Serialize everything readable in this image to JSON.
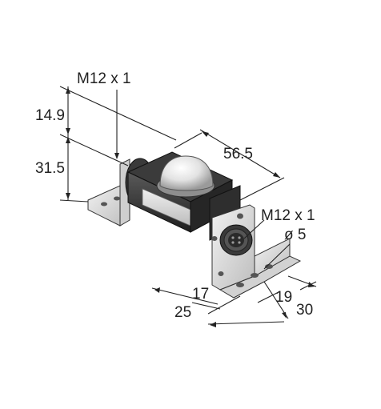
{
  "labels": {
    "thread_top": "M12 x 1",
    "dim_14_9": "14.9",
    "dim_31_5": "31.5",
    "dim_56_5": "56.5",
    "thread_connector": "M12 x 1",
    "dim_dia_5": "ø 5",
    "dim_17": "17",
    "dim_25": "25",
    "dim_19": "19",
    "dim_30": "30"
  },
  "colors": {
    "line": "#222222",
    "body_dark": "#2a2a2a",
    "body_mid": "#4a4a4a",
    "bracket": "#d9d9d9",
    "dome": "#e6e6e6"
  }
}
